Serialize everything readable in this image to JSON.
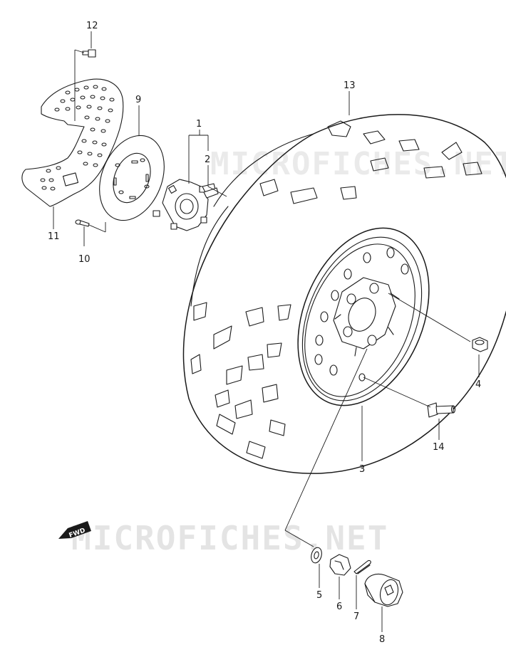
{
  "watermarks": [
    "MICROFICHES.NET",
    "MICROFICHES.NET"
  ],
  "direction_arrow": "FWD",
  "callouts": [
    "12",
    "9",
    "1",
    "2",
    "11",
    "10",
    "13",
    "4",
    "14",
    "3",
    "5",
    "6",
    "7",
    "8"
  ]
}
